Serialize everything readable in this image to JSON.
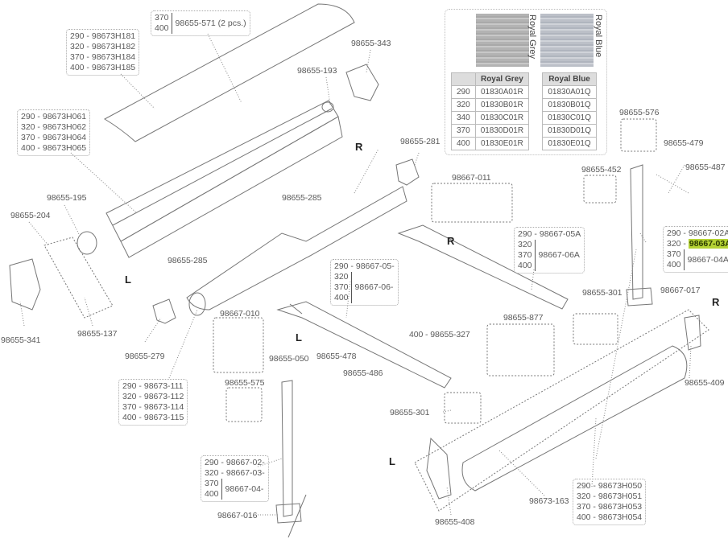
{
  "diagram": {
    "title": "Awning exploded parts diagram",
    "side_markers": {
      "r1": "R",
      "l1": "L",
      "r2": "R",
      "l2": "L",
      "r3": "R",
      "l3": "L"
    },
    "fabric": {
      "swatches": [
        {
          "name": "Royal Grey",
          "color": "#b9b9b9"
        },
        {
          "name": "Royal Blue",
          "color": "#c0c4cb"
        }
      ],
      "columns": [
        "Royal Grey",
        "Royal Blue"
      ],
      "rows": [
        {
          "size": "290",
          "grey": "01830A01R",
          "blue": "01830A01Q"
        },
        {
          "size": "320",
          "grey": "01830B01R",
          "blue": "01830B01Q"
        },
        {
          "size": "340",
          "grey": "01830C01R",
          "blue": "01830C01Q"
        },
        {
          "size": "370",
          "grey": "01830D01R",
          "blue": "01830D01Q"
        },
        {
          "size": "400",
          "grey": "01830E01R",
          "blue": "01830E01Q"
        }
      ]
    },
    "labels": {
      "p571": {
        "sizes": [
          "370",
          "400"
        ],
        "part": "98655-571 (2 pcs.)"
      },
      "cover": [
        "290 - 98673H181",
        "320 - 98673H182",
        "370 - 98673H184",
        "400 - 98673H185"
      ],
      "profile": [
        "290 - 98673H061",
        "320 - 98673H062",
        "370 - 98673H064",
        "400 - 98673H065"
      ],
      "p193": "98655-193",
      "p343": "98655-343",
      "p281": "98655-281",
      "p195": "98655-195",
      "p204": "98655-204",
      "p285a": "98655-285",
      "p285b": "98655-285",
      "p341": "98655-341",
      "p137": "98655-137",
      "p279": "98655-279",
      "tube": [
        "290 - 98673-111",
        "320 - 98673-112",
        "370 - 98673-114",
        "400 - 98673-115"
      ],
      "p011": "98667-011",
      "p010": "98667-010",
      "p575": "98655-575",
      "p050": "98655-050",
      "p478": "98655-478",
      "p486": "98655-486",
      "armL": {
        "first": "290 - 98667-05-",
        "sizes": [
          "320",
          "370",
          "400"
        ],
        "part": "98667-06-"
      },
      "armR": {
        "first": "290 - 98667-05A",
        "sizes": [
          "320",
          "370",
          "400"
        ],
        "part": "98667-06A"
      },
      "p327": "400 - 98655-327",
      "p877": "98655-877",
      "p301a": "98655-301",
      "p301b": "98655-301",
      "p576": "98655-576",
      "p479": "98655-479",
      "p452": "98655-452",
      "p487": "98655-487",
      "legR": {
        "first": "290 - 98667-02A",
        "second_size": "320 -",
        "second_part": "98667-03A",
        "sizes": [
          "370",
          "400"
        ],
        "part": "98667-04A"
      },
      "p017": "98667-017",
      "p409": "98655-409",
      "legL": {
        "first": "290 - 98667-02-",
        "second": "320 - 98667-03-",
        "sizes": [
          "370",
          "400"
        ],
        "part": "98667-04-"
      },
      "p016": "98667-016",
      "p408": "98655-408",
      "p163": "98673-163",
      "front": [
        "290 - 98673H050",
        "320 - 98673H051",
        "370 - 98673H053",
        "400 - 98673H054"
      ]
    },
    "highlight_color": "#b5d334"
  }
}
